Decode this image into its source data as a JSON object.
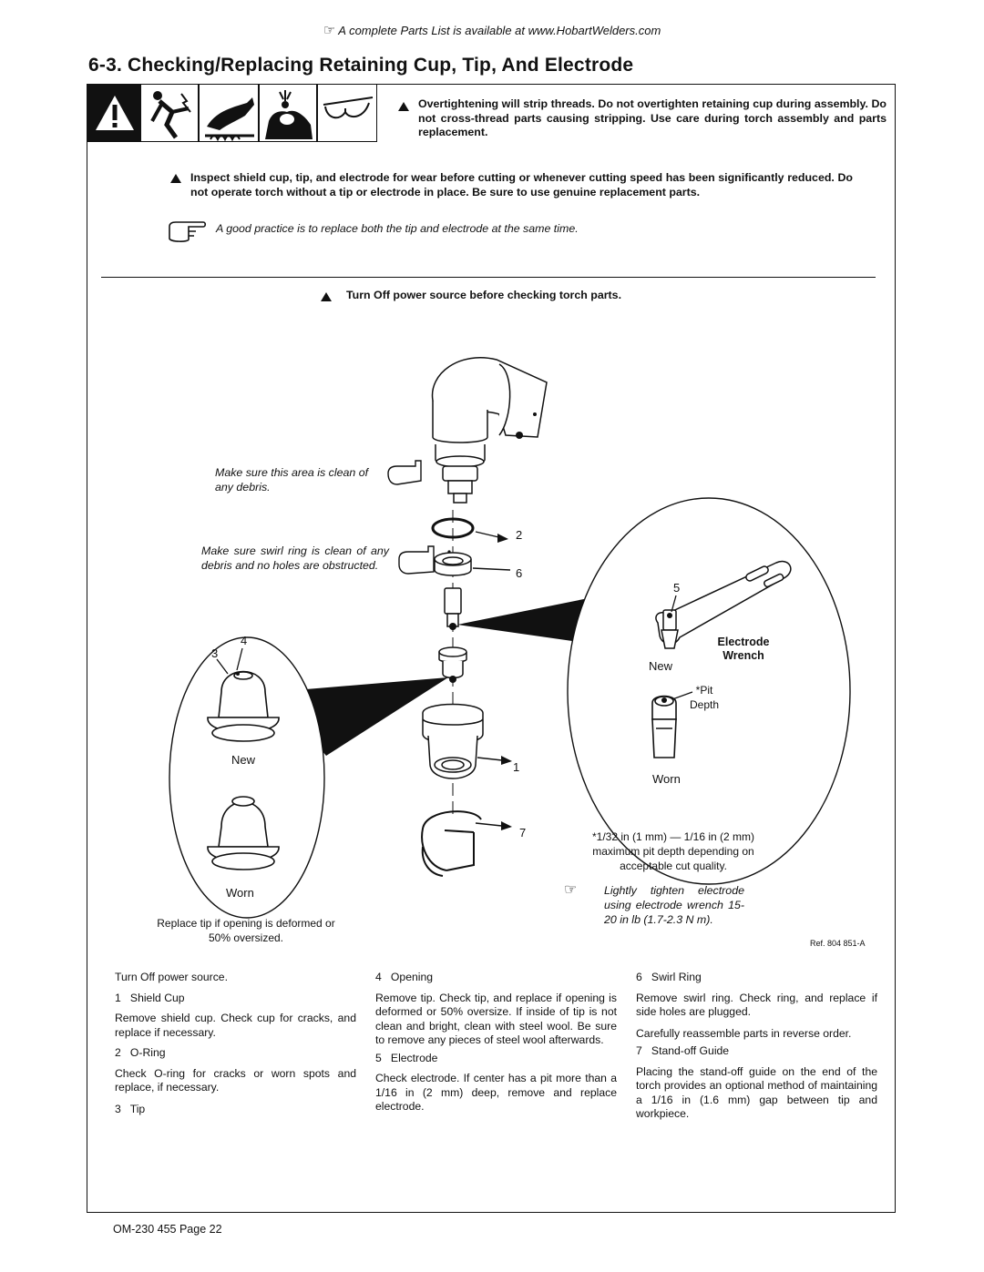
{
  "header": {
    "note": "A complete Parts List is available at www.HobartWelders.com",
    "note_icon": "pointing-hand-icon"
  },
  "title": "6-3. Checking/Replacing Retaining Cup, Tip, And Electrode",
  "warnings": {
    "overtighten": "Overtightening will strip threads. Do not overtighten retaining cup during assembly. Do not cross-thread parts causing stripping. Use care during torch assembly and parts replacement.",
    "inspect": "Inspect shield cup, tip, and electrode for wear before cutting or whenever cutting speed has been significantly reduced. Do not operate torch without a tip or electrode in place. Be sure to use genuine replacement parts.",
    "practice_note": "A good practice is to replace both the tip and electrode at the same time.",
    "turn_off": "Turn Off power source before checking torch parts."
  },
  "diagram": {
    "note_debris": "Make sure this area is clean of any debris.",
    "note_swirl": "Make sure swirl ring is clean of any debris and no holes are obstructed.",
    "callouts": [
      "1",
      "2",
      "3",
      "4",
      "5",
      "6",
      "7"
    ],
    "tip_new": "New",
    "tip_worn": "Worn",
    "tip_replace": "Replace tip if opening is deformed or 50% oversized.",
    "electrode_new": "New",
    "electrode_worn": "Worn",
    "electrode_wrench": "Electrode Wrench",
    "pit_depth": "*Pit Depth",
    "pit_note": "*1/32 in (1 mm) — 1/16 in (2 mm) maximum pit depth depending on acceptable cut quality.",
    "tighten_note": "Lightly tighten electrode using electrode wrench 15-20 in lb (1.7-2.3 N m).",
    "ref": "Ref. 804 851-A"
  },
  "steps": {
    "intro": "Turn Off power source.",
    "s1_head": "1   Shield Cup",
    "s1_body": "Remove shield cup. Check cup for cracks, and replace if necessary.",
    "s2_head": "2   O-Ring",
    "s2_body": "Check O-ring for cracks or worn spots and replace, if necessary.",
    "s3_head": "3   Tip",
    "s4_head": "4   Opening",
    "s4_body": "Remove tip. Check tip, and replace if opening is deformed or 50% oversize. If inside of tip is not clean and bright, clean with steel wool. Be sure to remove any pieces of steel wool afterwards.",
    "s5_head": "5   Electrode",
    "s5_body": "Check electrode. If center has a pit more than a 1/16 in (2 mm) deep, remove and replace electrode.",
    "s6_head": "6   Swirl Ring",
    "s6_body": "Remove swirl ring. Check ring, and replace if side holes are plugged.",
    "reassemble": "Carefully reassemble parts in reverse order.",
    "s7_head": "7   Stand-off Guide",
    "s7_body": "Placing the stand-off guide on the end of the torch provides an optional method of maintaining a 1/16 in (1.6 mm) gap between tip and workpiece."
  },
  "footer": {
    "page": "OM-230 455 Page 22"
  }
}
